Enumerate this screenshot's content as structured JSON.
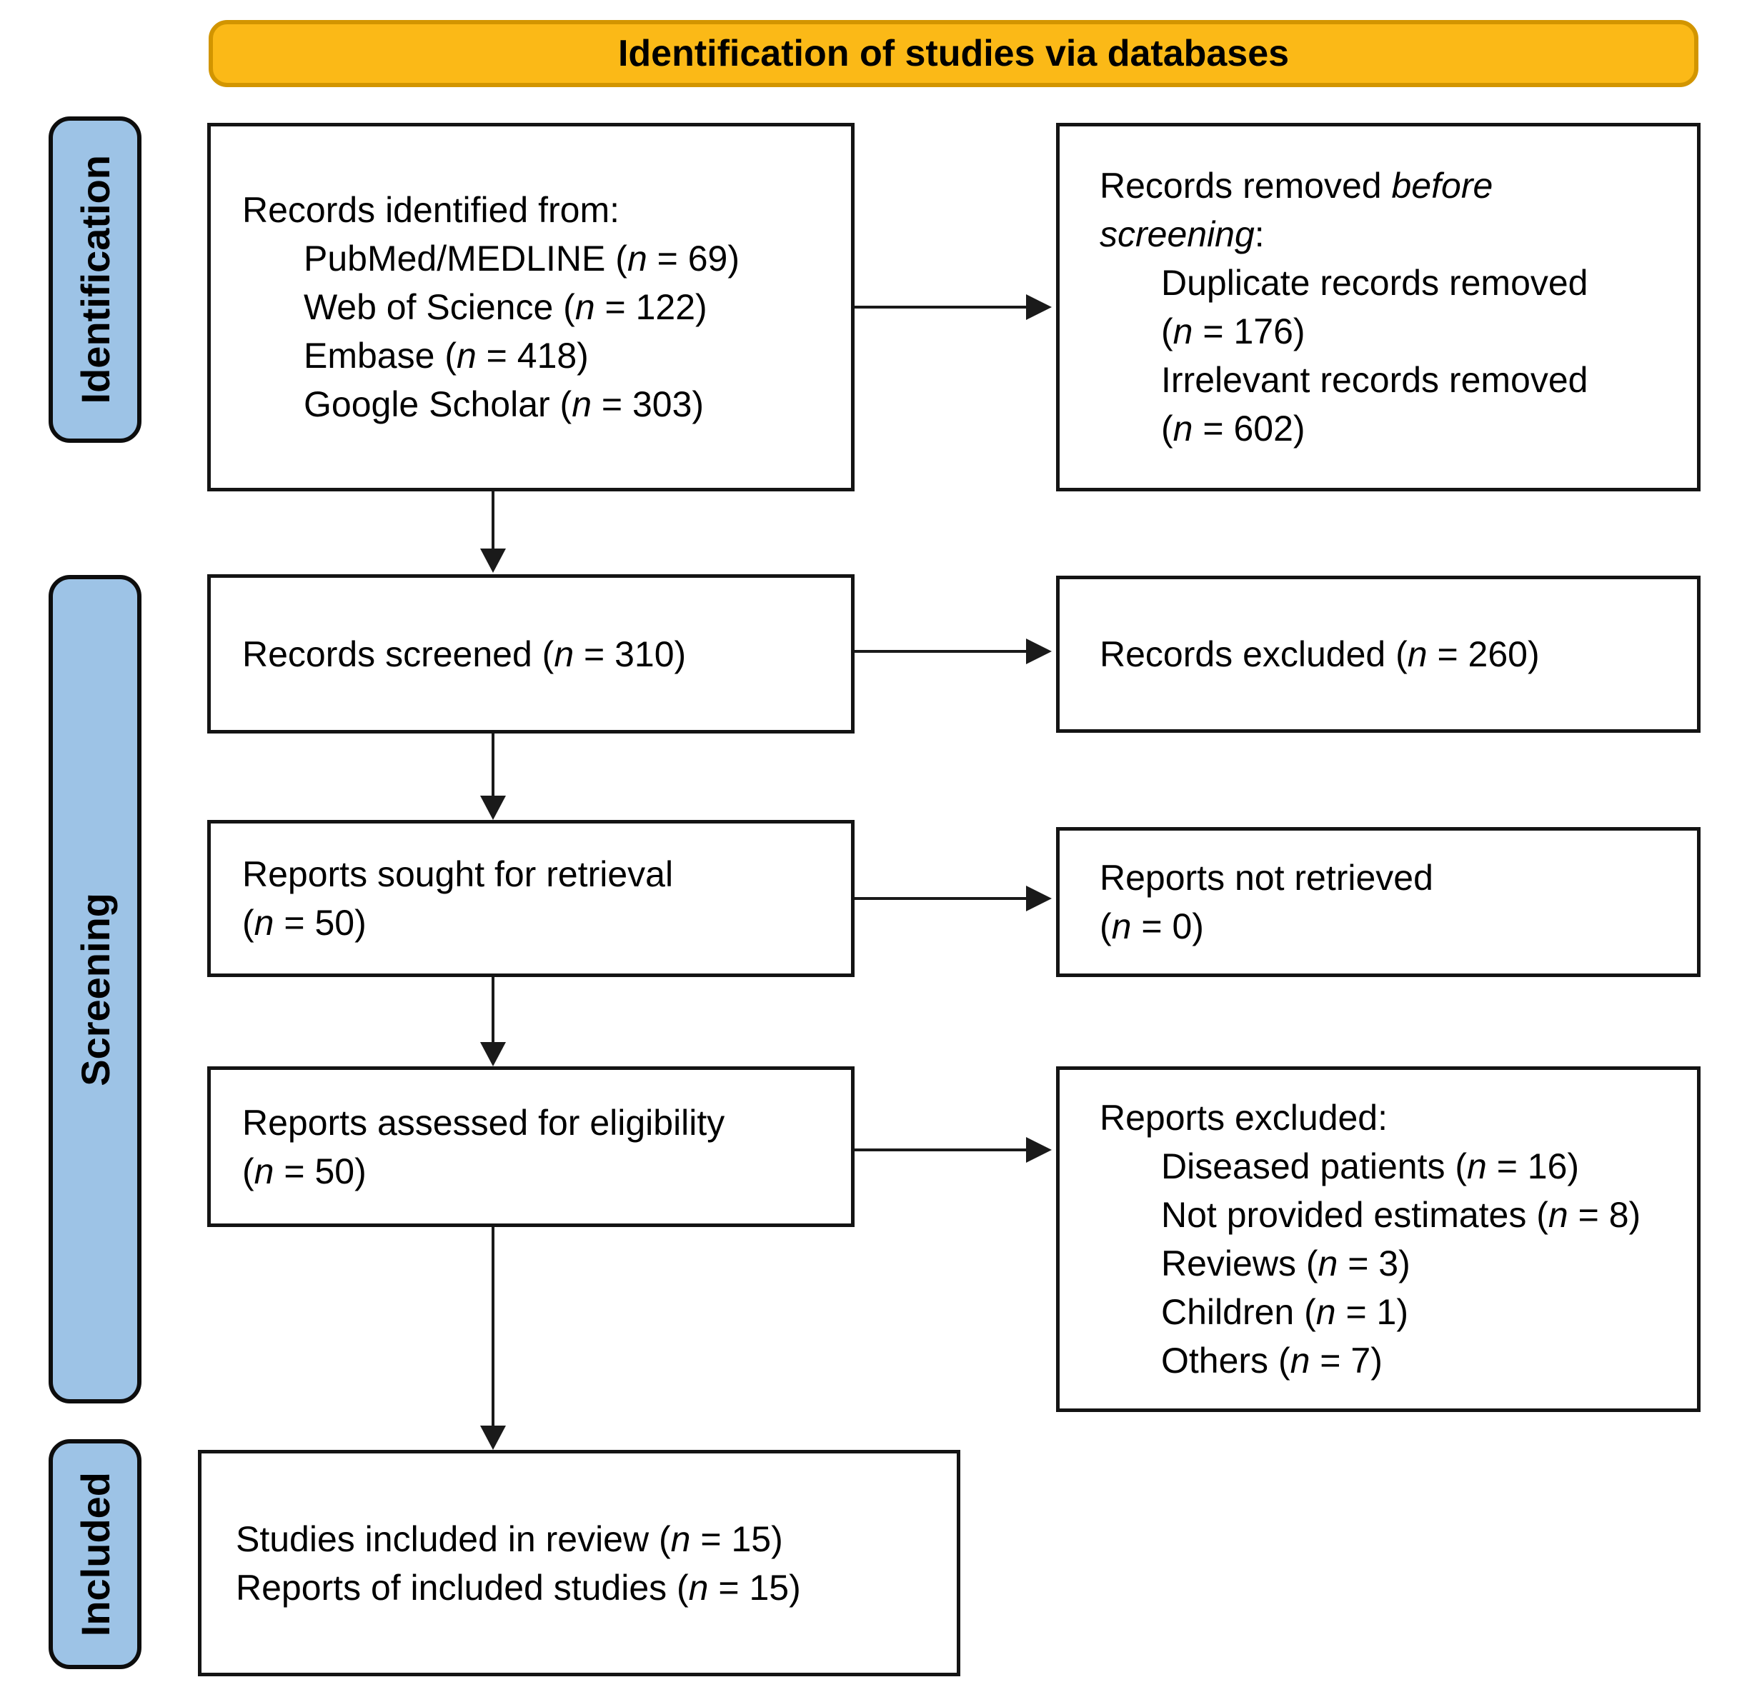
{
  "banner": {
    "title": "Identification of studies via databases"
  },
  "sidebar": {
    "stages": [
      {
        "label": "Identification"
      },
      {
        "label": "Screening"
      },
      {
        "label": "Included"
      }
    ]
  },
  "boxes": {
    "records_identified": {
      "lines": [
        {
          "text": "Records identified from:",
          "indent": false
        },
        {
          "text": "PubMed/MEDLINE (*n* = 69)",
          "indent": true
        },
        {
          "text": "Web of Science (*n* = 122)",
          "indent": true
        },
        {
          "text": "Embase (*n* = 418)",
          "indent": true
        },
        {
          "text": "Google Scholar (*n* = 303)",
          "indent": true
        }
      ]
    },
    "records_removed": {
      "lines": [
        {
          "text": "Records removed *before*",
          "indent": false
        },
        {
          "text": "*screening*:",
          "indent": false
        },
        {
          "text": "Duplicate records removed",
          "indent": true
        },
        {
          "text": "(*n* = 176)",
          "indent": true
        },
        {
          "text": "Irrelevant records removed",
          "indent": true
        },
        {
          "text": "(*n* = 602)",
          "indent": true
        }
      ]
    },
    "records_screened": {
      "lines": [
        {
          "text": "Records screened (*n* = 310)",
          "indent": false
        }
      ]
    },
    "records_excluded": {
      "lines": [
        {
          "text": "Records excluded (*n* = 260)",
          "indent": false
        }
      ]
    },
    "reports_sought": {
      "lines": [
        {
          "text": "Reports sought for retrieval",
          "indent": false
        },
        {
          "text": "(*n* = 50)",
          "indent": false
        }
      ]
    },
    "reports_not_retrieved": {
      "lines": [
        {
          "text": "Reports not retrieved",
          "indent": false
        },
        {
          "text": "(*n* = 0)",
          "indent": false
        }
      ]
    },
    "reports_assessed": {
      "lines": [
        {
          "text": "Reports assessed for eligibility",
          "indent": false
        },
        {
          "text": "(*n* = 50)",
          "indent": false
        }
      ]
    },
    "reports_excluded": {
      "lines": [
        {
          "text": "Reports excluded:",
          "indent": false
        },
        {
          "text": "Diseased patients (*n* = 16)",
          "indent": true
        },
        {
          "text": "Not provided estimates (*n* = 8)",
          "indent": true
        },
        {
          "text": "Reviews (*n* = 3)",
          "indent": true
        },
        {
          "text": "Children (*n* = 1)",
          "indent": true
        },
        {
          "text": "Others (*n* = 7)",
          "indent": true
        }
      ]
    },
    "studies_included": {
      "lines": [
        {
          "text": "Studies included in review (*n* = 15)",
          "indent": false
        },
        {
          "text": "Reports of included studies (*n* = 15)",
          "indent": false
        }
      ]
    }
  },
  "colors": {
    "banner_fill": "#FBB917",
    "banner_border": "#D29500",
    "tab_fill": "#9DC3E6",
    "tab_border": "#0d0d0d",
    "box_border": "#141414",
    "box_fill": "#FFFFFF",
    "arrow": "#1a1a1a",
    "text": "#000000",
    "background": "#FFFFFF"
  }
}
